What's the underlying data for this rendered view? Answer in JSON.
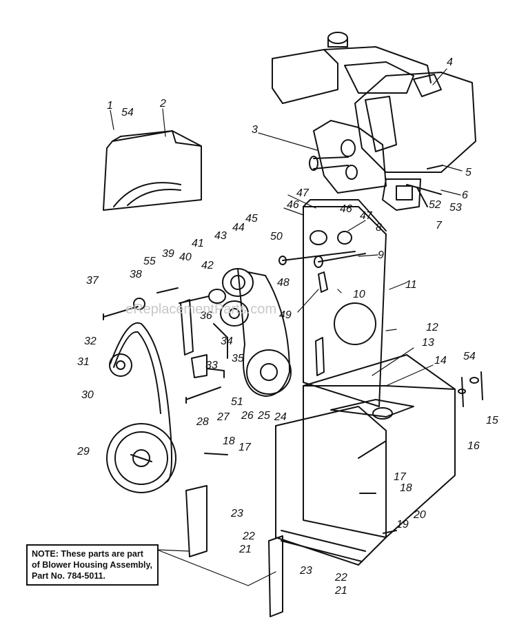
{
  "watermark": "eReplacementParts.com",
  "note": "NOTE: These parts are part of Blower Housing Assembly, Part No. 784-5011.",
  "callouts": [
    "1",
    "54",
    "2",
    "3",
    "4",
    "5",
    "6",
    "52",
    "53",
    "7",
    "47",
    "46",
    "46",
    "47",
    "8",
    "50",
    "45",
    "44",
    "43",
    "41",
    "42",
    "40",
    "39",
    "55",
    "38",
    "37",
    "48",
    "9",
    "11",
    "10",
    "49",
    "36",
    "34",
    "12",
    "13",
    "14",
    "54",
    "15",
    "16",
    "32",
    "31",
    "33",
    "35",
    "30",
    "28",
    "27",
    "51",
    "26",
    "25",
    "24",
    "29",
    "18",
    "17",
    "17",
    "18",
    "23",
    "22",
    "21",
    "19",
    "20",
    "23",
    "22",
    "21"
  ]
}
